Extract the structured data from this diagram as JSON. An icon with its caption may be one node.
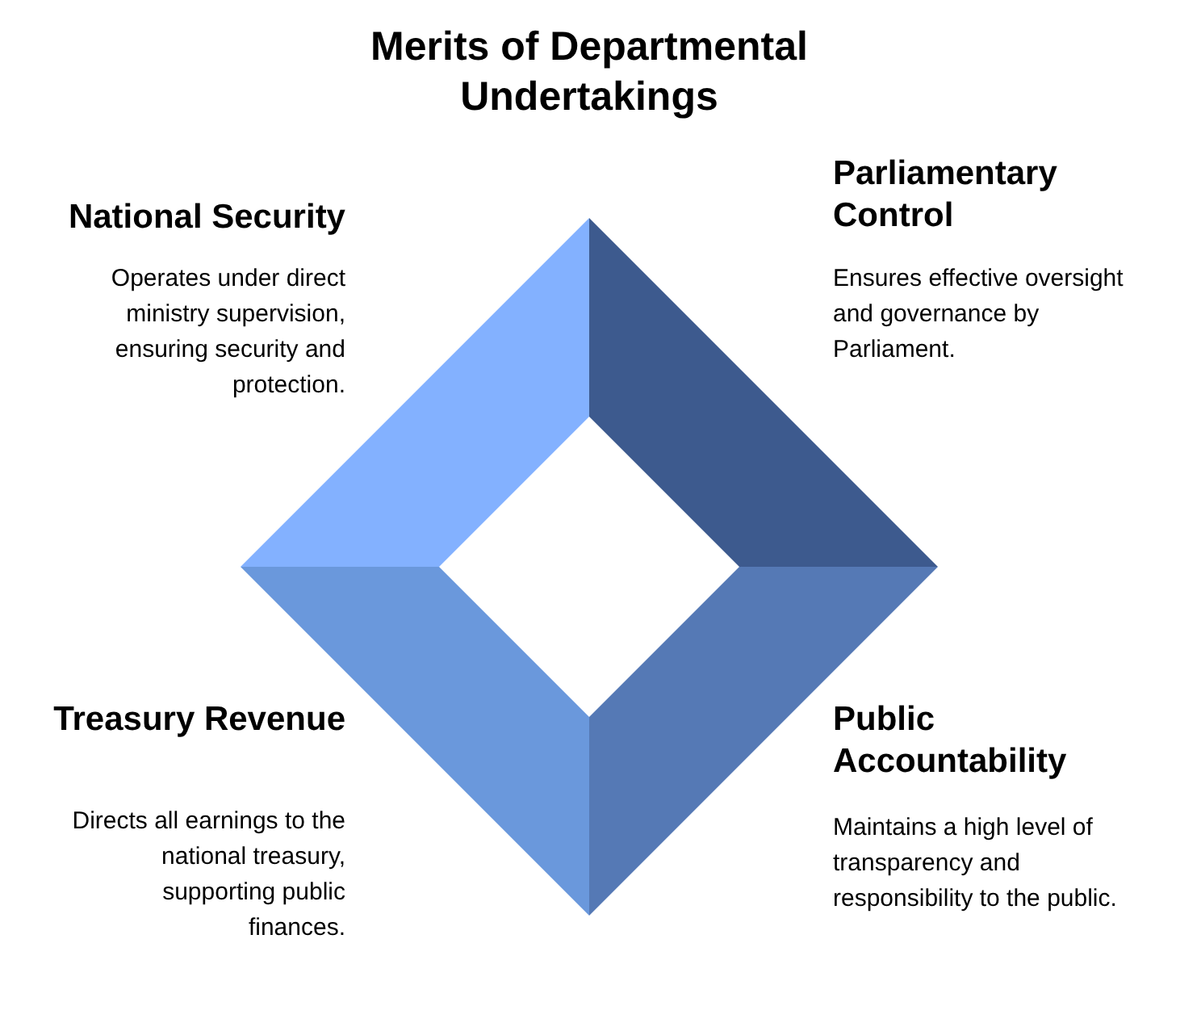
{
  "diagram": {
    "title": "Merits of Departmental Undertakings",
    "nodes": [
      {
        "text": [
          "National Security",
          "Operates under direct ministry supervision, ensuring security and protection."
        ]
      },
      {
        "text": [
          "Parliamentary Control",
          "Ensures effective oversight and governance by Parliament."
        ]
      },
      {
        "text": [
          "Treasury Revenue",
          "Directs all earnings to the national treasury, supporting public finances."
        ]
      },
      {
        "text": [
          "Public Accountability",
          "Maintains a high level of transparency and responsibility to the public."
        ]
      }
    ]
  }
}
